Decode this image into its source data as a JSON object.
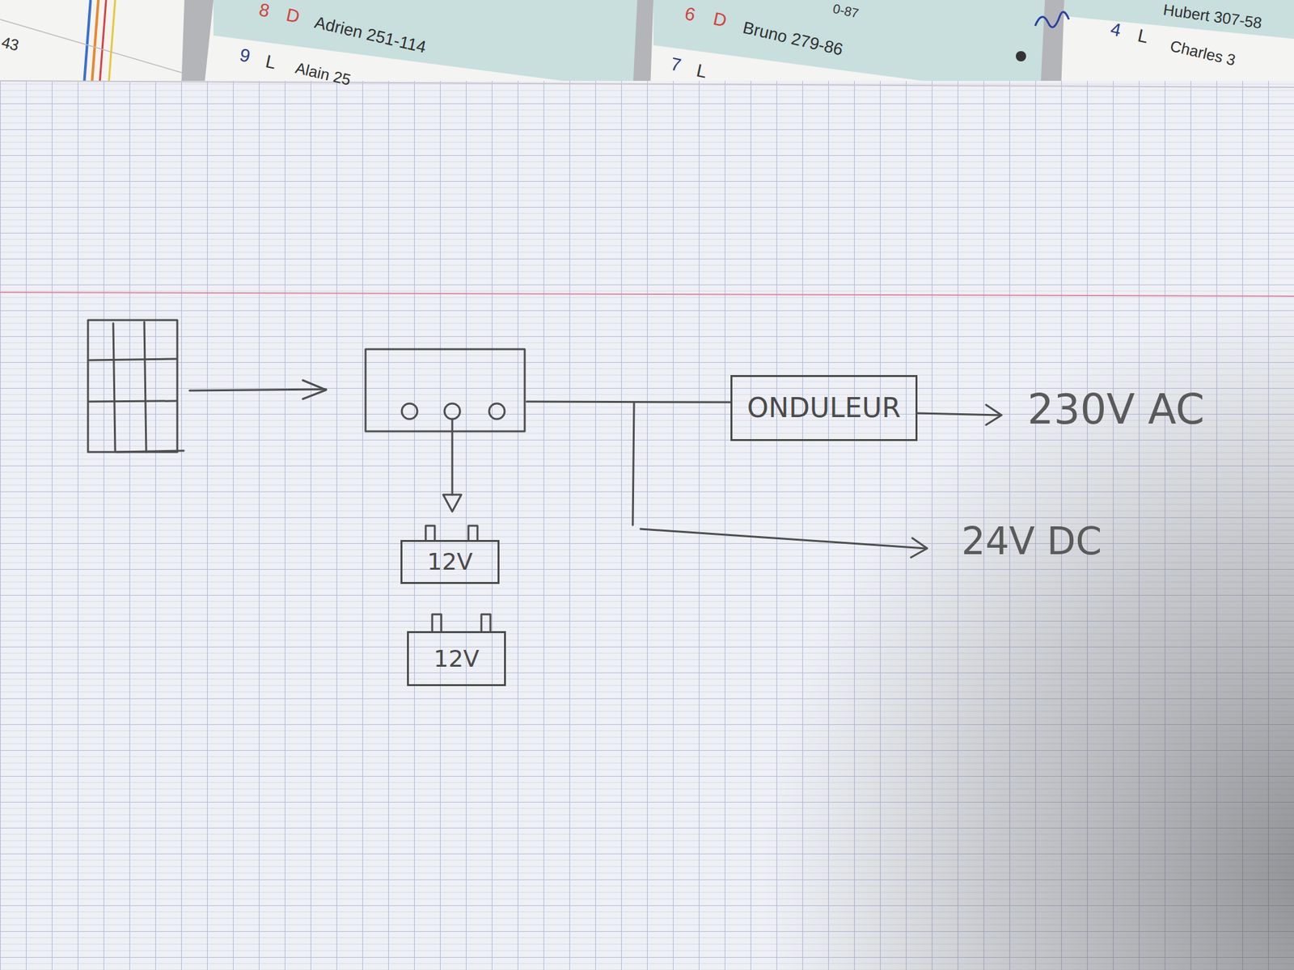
{
  "diagram": {
    "nodes": [
      {
        "text": [
          "ONDULEUR"
        ]
      },
      {
        "text": [
          "12V"
        ]
      },
      {
        "text": [
          "12V"
        ]
      }
    ],
    "labels": [
      "230V AC",
      "24V DC",
      "43",
      "8",
      "D",
      "Adrien 251-114",
      "9",
      "L",
      "Alain 25",
      "6",
      "D",
      "Bruno 279-86",
      "7",
      "L",
      "0-87",
      "4",
      "L",
      "Charles 3",
      "Hubert 307-58"
    ]
  }
}
